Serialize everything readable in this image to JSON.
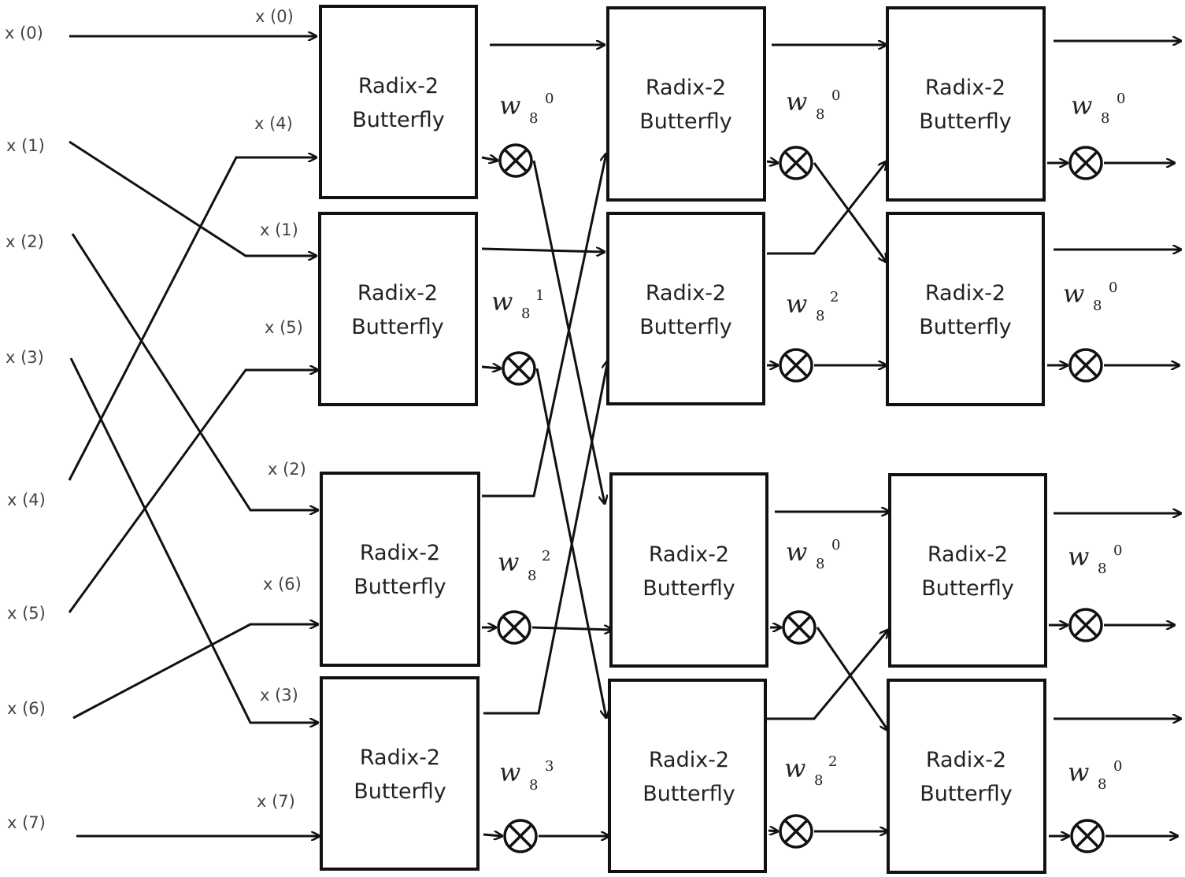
{
  "butterfly_line1": "Radix-2",
  "butterfly_line2": "Butterfly",
  "inputs": [
    "x (0)",
    "x (1)",
    "x (2)",
    "x (3)",
    "x (4)",
    "x (5)",
    "x (6)",
    "x (7)"
  ],
  "stage1_inputs": [
    "x (0)",
    "x (4)",
    "x (1)",
    "x (5)",
    "x (2)",
    "x (6)",
    "x (3)",
    "x (7)"
  ],
  "twiddles": {
    "stage1": [
      {
        "base": "w",
        "sub": "8",
        "sup": "0"
      },
      {
        "base": "w",
        "sub": "8",
        "sup": "1"
      },
      {
        "base": "w",
        "sub": "8",
        "sup": "2"
      },
      {
        "base": "w",
        "sub": "8",
        "sup": "3"
      }
    ],
    "stage2": [
      {
        "base": "w",
        "sub": "8",
        "sup": "0"
      },
      {
        "base": "w",
        "sub": "8",
        "sup": "2"
      },
      {
        "base": "w",
        "sub": "8",
        "sup": "0"
      },
      {
        "base": "w",
        "sub": "8",
        "sup": "2"
      }
    ],
    "stage3": [
      {
        "base": "w",
        "sub": "8",
        "sup": "0"
      },
      {
        "base": "w",
        "sub": "8",
        "sup": "0"
      },
      {
        "base": "w",
        "sub": "8",
        "sup": "0"
      },
      {
        "base": "w",
        "sub": "8",
        "sup": "0"
      }
    ]
  }
}
